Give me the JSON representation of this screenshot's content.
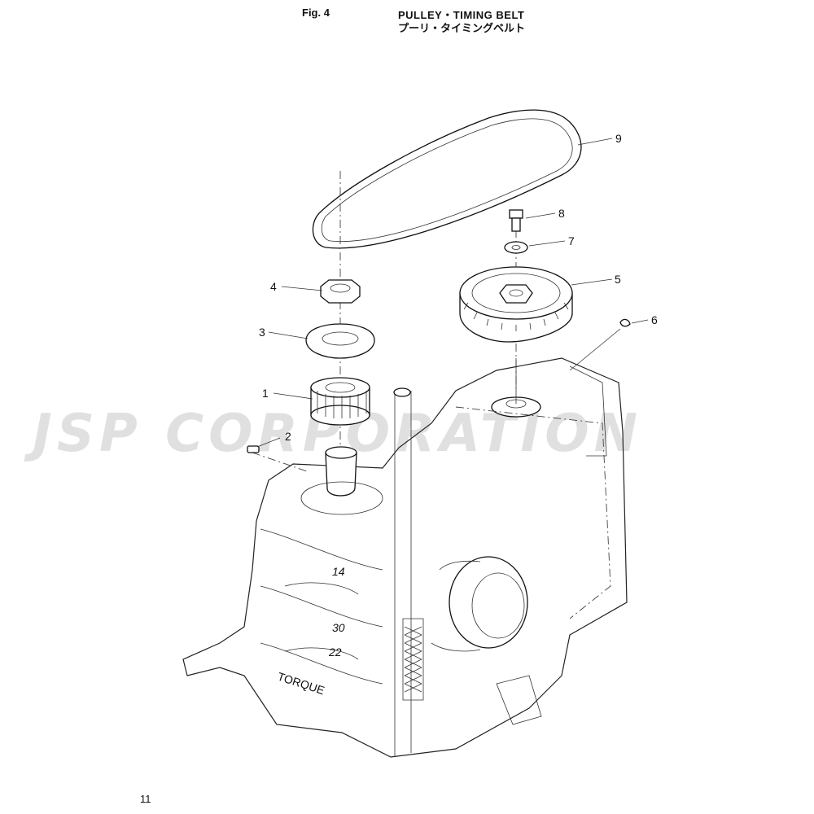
{
  "header": {
    "fig_label": "Fig. 4",
    "title_en": "PULLEY・TIMING BELT",
    "title_jp": "プーリ・タイミングベルト"
  },
  "watermark": "JSP CORPORATION",
  "page_number": "11",
  "callouts": [
    "1",
    "2",
    "3",
    "4",
    "5",
    "6",
    "7",
    "8",
    "9"
  ],
  "engine_labels": {
    "torque_label": "TORQUE",
    "numbers": [
      "14",
      "30",
      "22"
    ]
  }
}
